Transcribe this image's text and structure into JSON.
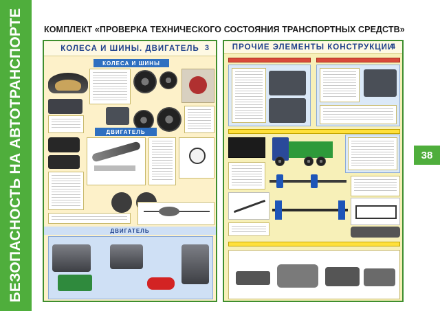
{
  "sidebar": {
    "vertical_title": "БЕЗОПАСНОСТЬ НА АВТОТРАНСПОРТЕ"
  },
  "page": {
    "title": "КОМПЛЕКТ «ПРОВЕРКА ТЕХНИЧЕСКОГО СОСТОЯНИЯ ТРАНСПОРТНЫХ СРЕДСТВ»",
    "number": "38"
  },
  "posters": [
    {
      "title": "КОЛЕСА И ШИНЫ. ДВИГАТЕЛЬ",
      "number": "3",
      "sections": [
        "КОЛЕСА И ШИНЫ",
        "ДВИГАТЕЛЬ",
        "ДВИГАТЕЛЬ"
      ]
    },
    {
      "title": "ПРОЧИЕ ЭЛЕМЕНТЫ КОНСТРУКЦИИ",
      "number": "4"
    }
  ],
  "colors": {
    "band_green": "#4fae3c",
    "header_blue": "#1d3f8a",
    "sub_bar_blue": "#2e6fc0",
    "left_poster_bg": "#fdf1c9",
    "right_poster_bg": "#f7f0b8"
  }
}
